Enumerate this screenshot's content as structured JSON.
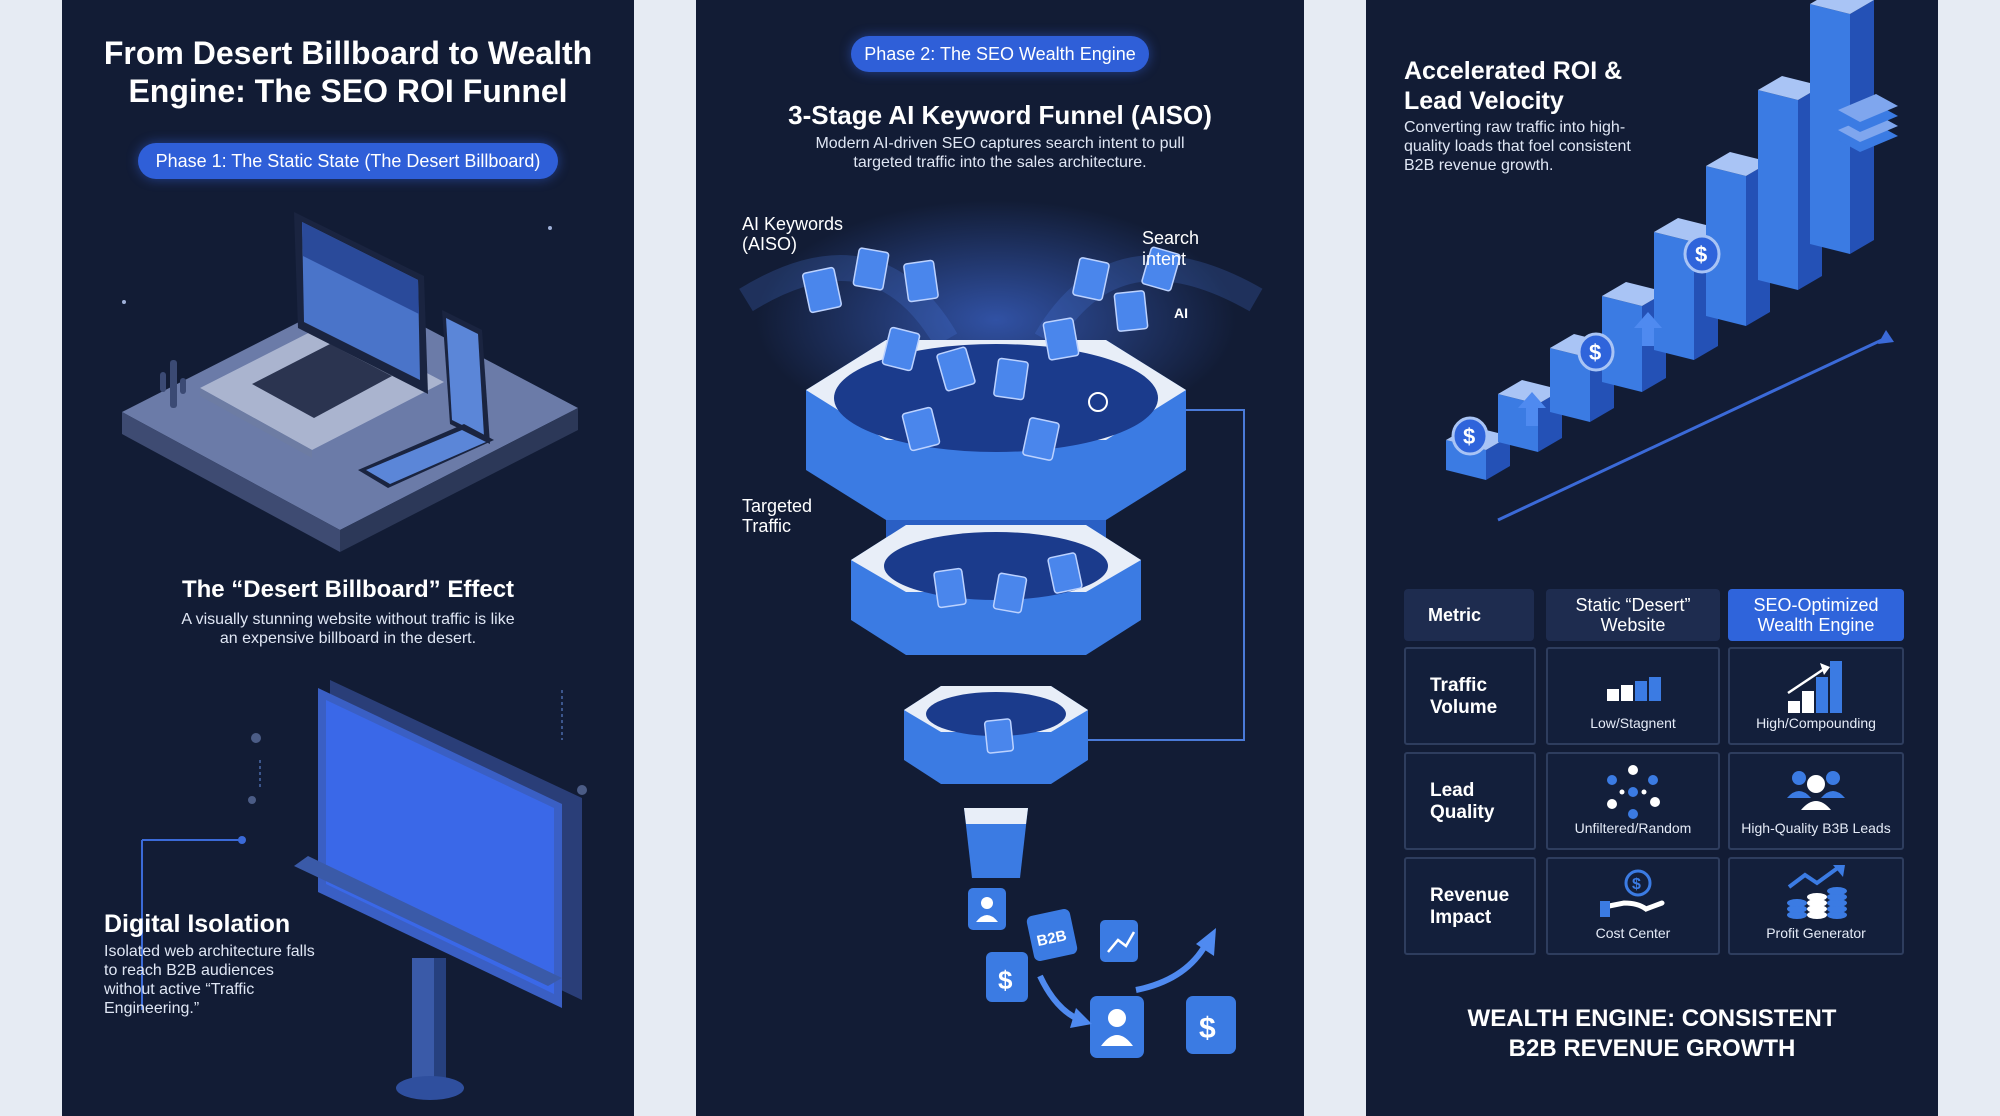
{
  "panel1": {
    "title_line1": "From Desert Billboard to Wealth",
    "title_line2": "Engine: The SEO ROI Funnel",
    "phase_pill": "Phase 1: The Static State (The Desert Billboard)",
    "effect_title": "The “Desert Billboard” Effect",
    "effect_desc_line1": "A visually stunning website without traffic is like",
    "effect_desc_line2": "an expensive billboard in the desert.",
    "isolation_title": "Digital Isolation",
    "isolation_desc_lines": [
      "Isolated web architecture falls",
      "to reach B2B audiences",
      "without active “Traffic",
      "Engineering.”"
    ]
  },
  "panel2": {
    "phase_pill": "Phase 2: The SEO Wealth Engine",
    "title": "3-Stage AI Keyword Funnel (AISO)",
    "desc_line1": "Modern AI-driven SEO captures search intent to pull",
    "desc_line2": "targeted traffic into the sales architecture.",
    "label_ai_keywords_line1": "AI Keywords",
    "label_ai_keywords_line2": "(AISO)",
    "label_search_line1": "Search",
    "label_search_line2": "intent",
    "label_targeted_line1": "Targeted",
    "label_targeted_line2": "Traffic",
    "doc_ai_label": "AI",
    "b2b_label": "B2B"
  },
  "panel3": {
    "title_line1": "Accelerated ROI &",
    "title_line2": "Lead Velocity",
    "desc_lines": [
      "Converting raw traffic into high-",
      "quality loads that foel consistent",
      "B2B revenue growth."
    ],
    "dollar_glyph": "$",
    "table": {
      "headers": [
        "Metric",
        "Static “Desert” Website",
        "SEO-Optimized Wealth Engine"
      ],
      "rows": [
        {
          "metric": "Traffic Volume",
          "static": "Low/Stagnent",
          "seo": "High/Compounding"
        },
        {
          "metric": "Lead Quality",
          "static": "Unfiltered/Random",
          "seo": "High-Quality B3B Leads"
        },
        {
          "metric": "Revenue Impact",
          "static": "Cost Center",
          "seo": "Profit Generator"
        }
      ]
    },
    "footer_line1": "WEALTH ENGINE: CONSISTENT",
    "footer_line2": "B2B REVENUE GROWTH"
  },
  "colors": {
    "background": "#e6ebf3",
    "panel": "#121c35",
    "accent": "#2f5fd8",
    "funnel_blue": "#3b7be3"
  }
}
